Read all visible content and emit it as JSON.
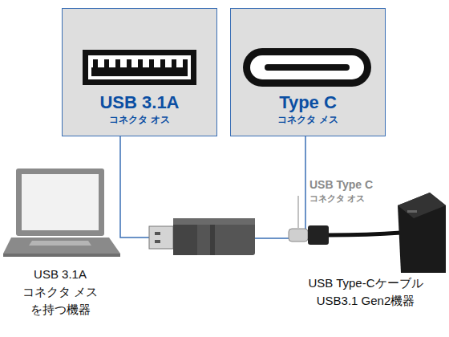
{
  "diagram": {
    "nodes": [
      {
        "text": [
          "USB 3.1A",
          "コネクタ オス"
        ]
      },
      {
        "text": [
          "Type C",
          "コネクタ メス"
        ]
      }
    ],
    "labels": [
      "USB Type C",
      "コネクタ オス",
      "USB 3.1A コネクタ メス を持つ機器",
      "USB Type-Cケーブル USB3.1 Gen2機器"
    ]
  }
}
